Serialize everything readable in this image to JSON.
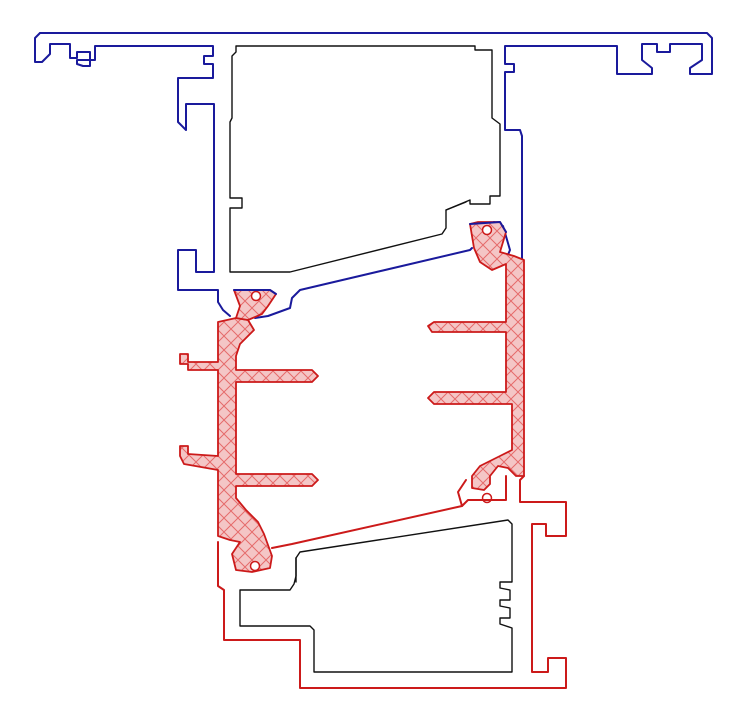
{
  "drawing": {
    "colors": {
      "background": "#ffffff",
      "outer_profile": "#1a1a9c",
      "inner_profile": "#cc1a1a",
      "chamber_outline": "#111111",
      "thermal_break_fill": "#f4c6c6",
      "thermal_break_hatch": "#e56b6b"
    },
    "parts": [
      {
        "name": "outer-aluminium-profile",
        "color_key": "outer_profile"
      },
      {
        "name": "thermal-break-insulator",
        "color_key": "inner_profile"
      },
      {
        "name": "inner-aluminium-profile",
        "color_key": "inner_profile"
      },
      {
        "name": "upper-chamber",
        "color_key": "chamber_outline"
      },
      {
        "name": "lower-chamber",
        "color_key": "chamber_outline"
      }
    ]
  }
}
